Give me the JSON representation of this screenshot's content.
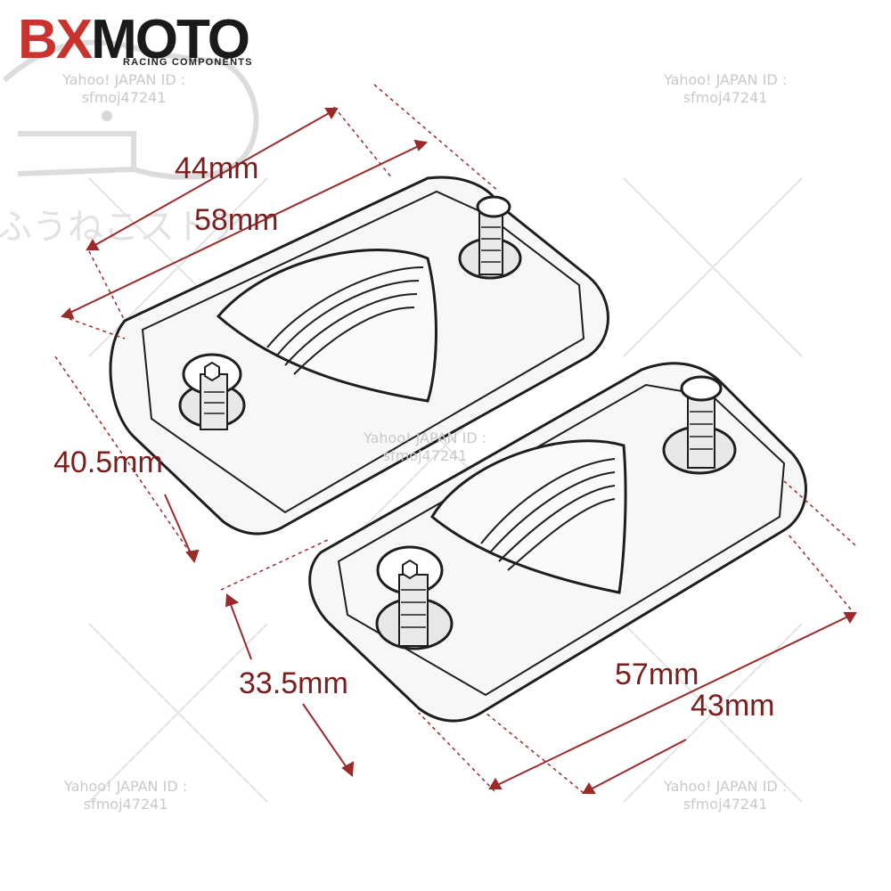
{
  "logo": {
    "brand_red": "BX",
    "brand_dark": "MOTO",
    "tagline": "RACING COMPONENTS",
    "colors": {
      "red": "#c8332d",
      "dark": "#1a1a1a"
    }
  },
  "watermark": {
    "line1": "Yahoo! JAPAN ID :",
    "line2": "sfmoj47241"
  },
  "store_watermark": "ふうねこストア",
  "dimensions": {
    "top_cap_width_inner": "44mm",
    "top_cap_width_outer": "58mm",
    "top_cap_height": "40.5mm",
    "bottom_cap_height": "33.5mm",
    "bottom_cap_width_outer": "57mm",
    "bottom_cap_width_inner": "43mm",
    "line_color": "#9b2a2a"
  }
}
